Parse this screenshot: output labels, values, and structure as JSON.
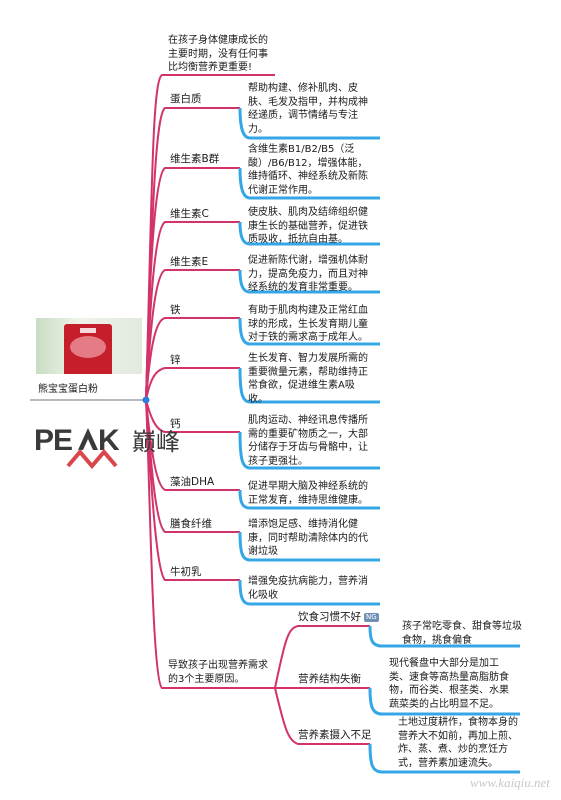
{
  "colors": {
    "main_branch": "#d1336a",
    "sub_line": "#35a7e6"
  },
  "root": {
    "product_label": "熊宝宝蛋白粉",
    "brand_logo": "PEAK",
    "brand_cn": "巅峰"
  },
  "intro": "在孩子身体健康成长的\n主要时期，没有任何事\n比均衡营养更重要!",
  "nutrients": [
    {
      "name": "蛋白质",
      "desc": "帮助构建、修补肌肉、皮\n肤、毛发及指甲，并构成神\n经递质，调节情绪与专注\n力。"
    },
    {
      "name": "维生素B群",
      "desc": "含维生素B1/B2/B5（泛\n酸）/B6/B12，增强体能，\n维持循环、神经系统及新陈\n代谢正常作用。"
    },
    {
      "name": "维生素C",
      "desc": "使皮肤、肌肉及结缔组织健\n康生长的基础营养，促进铁\n质吸收，抵抗自由基。"
    },
    {
      "name": "维生素E",
      "desc": "促进新陈代谢，增强机体耐\n力，提高免疫力，而且对神\n经系统的发育非常重要。"
    },
    {
      "name": "铁",
      "desc": "有助于肌肉构建及正常红血\n球的形成，生长发育期儿童\n对于铁的需求高于成年人。"
    },
    {
      "name": "锌",
      "desc": "生长发育、智力发展所需的\n重要微量元素，帮助维持正\n常食欲，促进维生素A吸\n收。"
    },
    {
      "name": "钙",
      "desc": "肌肉运动、神经讯息传播所\n需的重要矿物质之一，大部\n分储存于牙齿与骨骼中，让\n孩子更强壮。"
    },
    {
      "name": "藻油DHA",
      "desc": "促进早期大脑及神经系统的\n正常发育，维持思维健康。"
    },
    {
      "name": "膳食纤维",
      "desc": "增添饱足感、维持消化健\n康，同时帮助清除体内的代\n谢垃圾"
    },
    {
      "name": "牛初乳",
      "desc": "增强免疫抗病能力，营养消\n化吸收"
    }
  ],
  "causes": {
    "title": "导致孩子出现营养需求\n的3个主要原因。",
    "items": [
      {
        "name": "饮食习惯不好",
        "tag": "NG",
        "desc": "孩子常吃零食、甜食等垃圾\n食物，挑食偏食"
      },
      {
        "name": "营养结构失衡",
        "desc": "现代餐盘中大部分是加工\n类、速食等高热量高脂肪食\n物，而谷类、根茎类、水果\n蔬菜类的占比明显不足。"
      },
      {
        "name": "营养素摄入不足",
        "desc": "土地过度耕作，食物本身的\n营养大不如前，再加上煎、\n炸、蒸、煮、炒的烹饪方\n式，营养素加速流失。"
      }
    ]
  },
  "watermark": "www.kaiqiu.net"
}
